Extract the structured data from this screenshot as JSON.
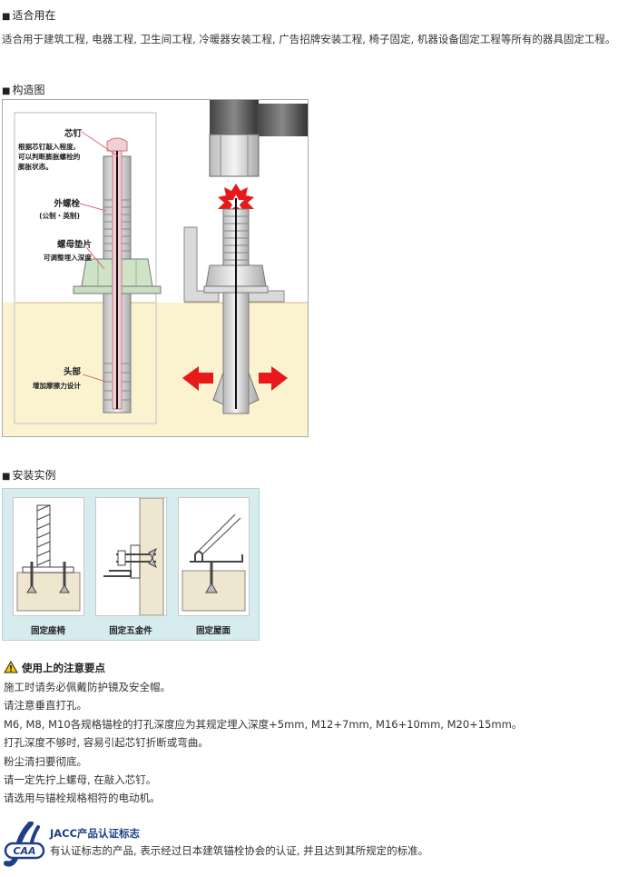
{
  "usage": {
    "title": "适合用在",
    "text": "适合用于建筑工程, 电器工程, 卫生间工程, 冷暖器安装工程, 广告招牌安装工程, 椅子固定, 机器设备固定工程等所有的器具固定工程。"
  },
  "structure": {
    "title": "构造图",
    "labels": {
      "core_pin": "芯钉",
      "core_pin_desc": [
        "根据芯钉敲入程度,",
        "可以判断膨胀螺栓的",
        "膨胀状态。"
      ],
      "outer_bolt": "外螺栓",
      "outer_bolt_desc": "(公制・英制)",
      "nut_washer": "螺母垫片",
      "nut_washer_desc": "可调整埋入深度",
      "head": "头部",
      "head_desc": "增加摩擦力设计"
    }
  },
  "examples": {
    "title": "安装实例",
    "items": [
      {
        "label": "固定座椅"
      },
      {
        "label": "固定五金件"
      },
      {
        "label": "固定屋面"
      }
    ]
  },
  "notes": {
    "title": "使用上的注意要点",
    "items": [
      "施工时请务必佩戴防护镜及安全帽。",
      "请注意垂直打孔。",
      "M6, M8, M10各规格锚栓的打孔深度应为其规定埋入深度+5mm, M12+7mm, M16+10mm, M20+15mm。",
      "打孔深度不够时, 容易引起芯钉折断或弯曲。",
      "粉尘清扫要彻底。",
      "请一定先拧上螺母, 在敲入芯钉。",
      "请选用与锚栓规格相符的电动机。"
    ]
  },
  "jacc": {
    "title": "JACC产品认证标志",
    "desc": "有认证标志的产品, 表示经过日本建筑锚栓协会的认证, 并且达到其所规定的标准。",
    "logo_icon": "jacc-logo-icon"
  },
  "colors": {
    "concrete": "#fbf3cf",
    "arrow": "#e8191a",
    "examples_bg": "#d6ecee",
    "jacc_blue": "#1f3f86"
  }
}
